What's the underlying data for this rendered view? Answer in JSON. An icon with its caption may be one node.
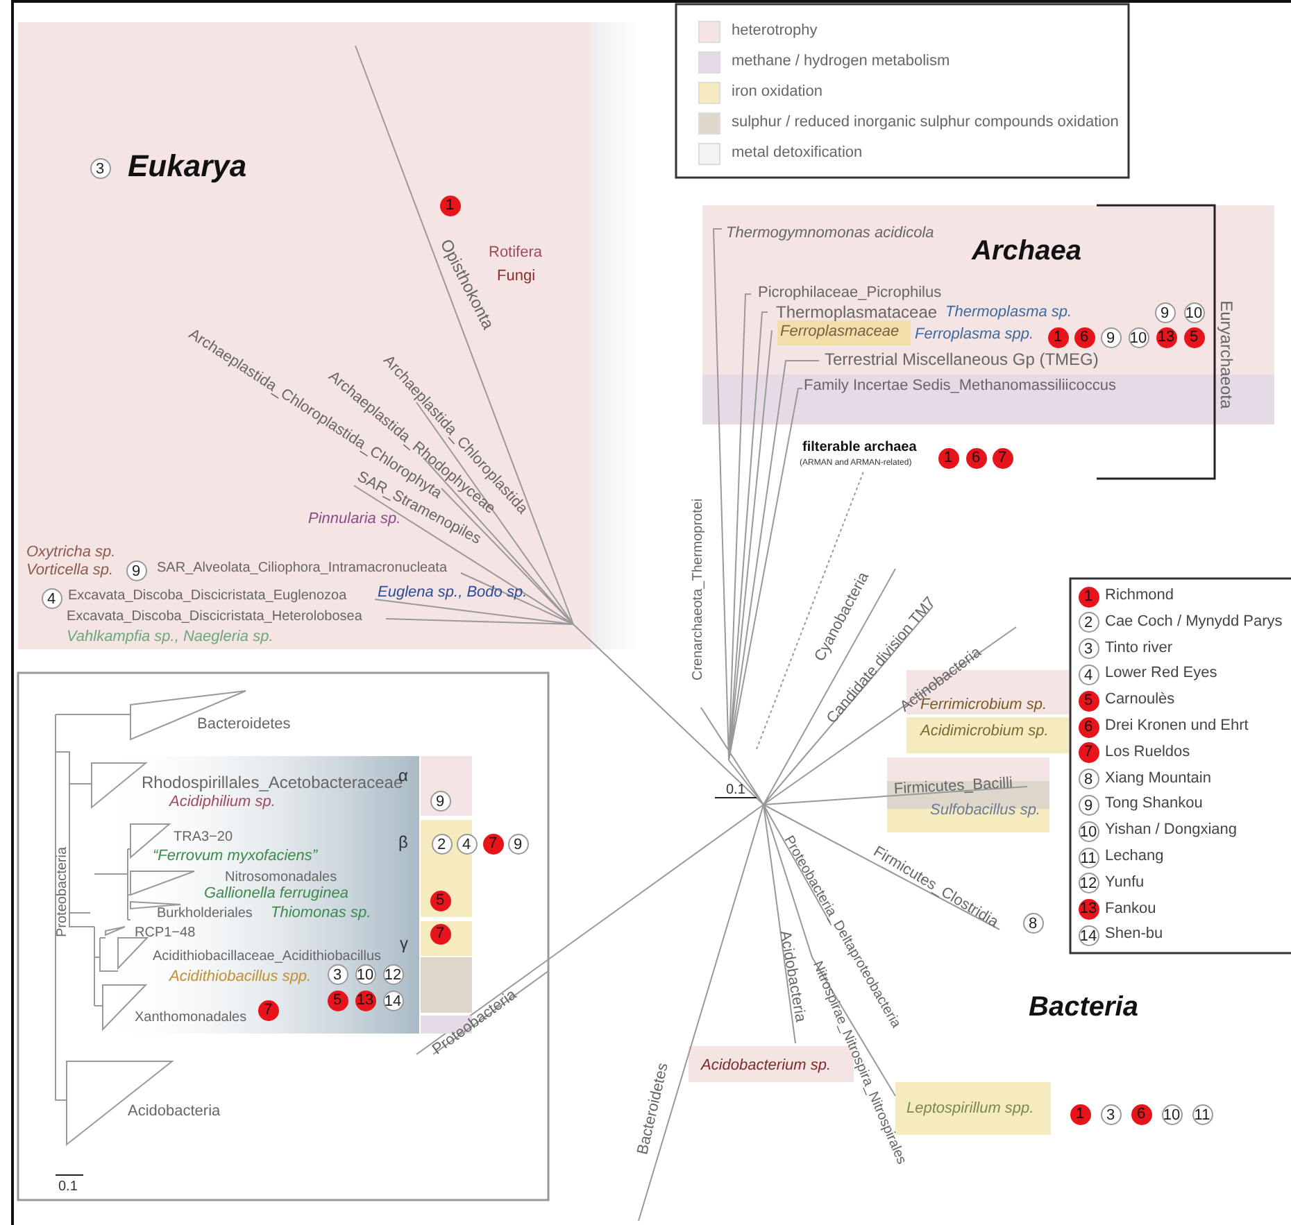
{
  "diagram": {
    "labels": [
      "3",
      "Eukarya",
      "1",
      "Opisthokonta",
      "Rotifera",
      "Fungi",
      "Archaeplastida_Chloroplastida_Chlorophyta",
      "Archaeplastida_Rhodophyceae",
      "Archaeplastida_Chloroplastida",
      "SAR_Stramenopiles",
      "Pinnularia sp.",
      "Oxytricha sp.",
      "Vorticella sp.",
      "9",
      "SAR_Alveolata_Ciliophora_Intramacronucleata",
      "4",
      "Excavata_Discoba_Discicristata_Euglenozoa",
      "Euglena sp., Bodo sp.",
      "Excavata_Discoba_Discicristata_Heterolobosea",
      "Vahlkampfia sp., Naegleria sp.",
      "Thermogymnomonas acidicola",
      "Archaea",
      "Picrophilaceae_Picrophilus",
      "Thermoplasmataceae",
      "Thermoplasma sp.",
      "9",
      "10",
      "Ferroplasmaceae",
      "Ferroplasma spp.",
      "1",
      "6",
      "9",
      "10",
      "13",
      "5",
      "Terrestrial Miscellaneous Gp (TMEG)",
      "Family Incertae Sedis_Methanomassiliicoccus",
      "Euryarchaeota",
      "filterable archaea",
      "(ARMAN and ARMAN-related)",
      "1",
      "6",
      "7",
      "Crenarchaeota_Thermoprotei",
      "Cyanobacteria",
      "Candidate division TM7",
      "Actinobacteria",
      "Ferrimicrobium sp.",
      "Acidimicrobium sp.",
      "0.1",
      "Firmicutes_Bacilli",
      "Sulfobacillus sp.",
      "Firmicutes_Clostridia",
      "8",
      "Proteobacteria_Deltaproteobacteria",
      "Nitrospirae_Nitrospira_Nitrospirales",
      "Acidobacteria",
      "Acidobacterium sp.",
      "Bacteroidetes",
      "Proteobacteria",
      "Leptospirillum spp.",
      "1",
      "3",
      "6",
      "10",
      "11",
      "Bacteria",
      "Bacteroidetes",
      "Proteobacteria",
      "Rhodospirillales_Acetobacteraceae",
      "α",
      "Acidiphilium sp.",
      "9",
      "TRA3−20",
      "β",
      "“Ferrovum myxofaciens”",
      "2",
      "4",
      "7",
      "9",
      "Nitrosomonadales",
      "Gallionella ferruginea",
      "Burkholderiales",
      "Thiomonas sp.",
      "5",
      "RCP1−48",
      "γ",
      "7",
      "Acidithiobacillaceae_Acidithiobacillus",
      "Acidithiobacillus spp.",
      "3",
      "10",
      "12",
      "5",
      "13",
      "14",
      "Xanthomonadales",
      "7",
      "Acidobacteria",
      "0.1",
      "1",
      "2",
      "3",
      "4",
      "5",
      "6",
      "7",
      "8",
      "9",
      "10",
      "11",
      "12",
      "13",
      "14"
    ],
    "legend": [
      {
        "text": "heterotrophy",
        "color": "#f5e4e4"
      },
      {
        "text": "methane / hydrogen metabolism",
        "color": "#e6dae6"
      },
      {
        "text": "iron oxidation",
        "color": "#f6eabf"
      },
      {
        "text": "sulphur / reduced inorganic sulphur compounds oxidation",
        "color": "#ddd6ca"
      },
      {
        "text": "metal detoxification",
        "color": "#f4f4f4"
      },
      {
        "text": "Richmond"
      },
      {
        "text": "Cae Coch / Mynydd Parys"
      },
      {
        "text": "Tinto river"
      },
      {
        "text": "Lower Red Eyes"
      },
      {
        "text": "Carnoulès"
      },
      {
        "text": "Drei Kronen und Ehrt"
      },
      {
        "text": "Los Rueldos"
      },
      {
        "text": "Xiang Mountain"
      },
      {
        "text": "Tong Shankou"
      },
      {
        "text": "Yishan / Dongxiang"
      },
      {
        "text": "Lechang"
      },
      {
        "text": "Yunfu"
      },
      {
        "text": "Fankou"
      },
      {
        "text": "Shen-bu"
      }
    ]
  }
}
